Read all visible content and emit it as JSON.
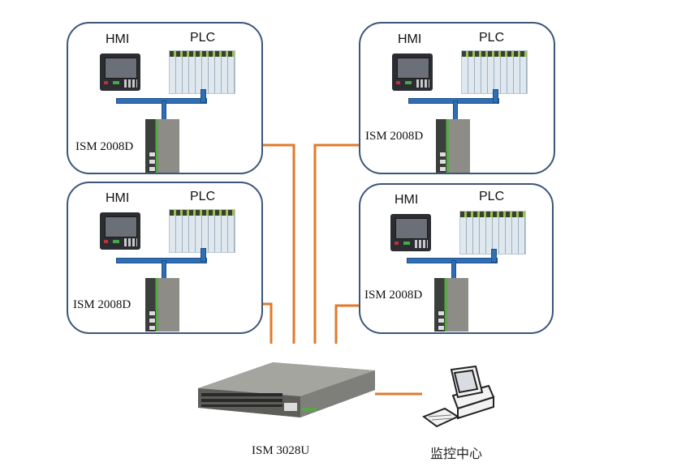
{
  "diagram": {
    "type": "industrial-network-topology",
    "colors": {
      "box_border": "#3d5579",
      "link": "#e07a2b",
      "fieldbus": "#2f6fb3"
    },
    "cells": [
      {
        "id": "top-left",
        "hmi_label": "HMI",
        "plc_label": "PLC",
        "switch_label": "ISM 2008D"
      },
      {
        "id": "bottom-left",
        "hmi_label": "HMI",
        "plc_label": "PLC",
        "switch_label": "ISM 2008D"
      },
      {
        "id": "top-right",
        "hmi_label": "HMI",
        "plc_label": "PLC",
        "switch_label": "ISM 2008D"
      },
      {
        "id": "bottom-right",
        "hmi_label": "HMI",
        "plc_label": "PLC",
        "switch_label": "ISM 2008D"
      }
    ],
    "core_switch": {
      "label": "ISM 3028U"
    },
    "monitor_center": {
      "label": "监控中心",
      "icon": "desktop-computer-icon"
    },
    "links": [
      {
        "from": "top-left",
        "to": "core_switch"
      },
      {
        "from": "bottom-left",
        "to": "core_switch"
      },
      {
        "from": "top-right",
        "to": "core_switch"
      },
      {
        "from": "bottom-right",
        "to": "core_switch"
      },
      {
        "from": "core_switch",
        "to": "monitor_center"
      }
    ]
  }
}
